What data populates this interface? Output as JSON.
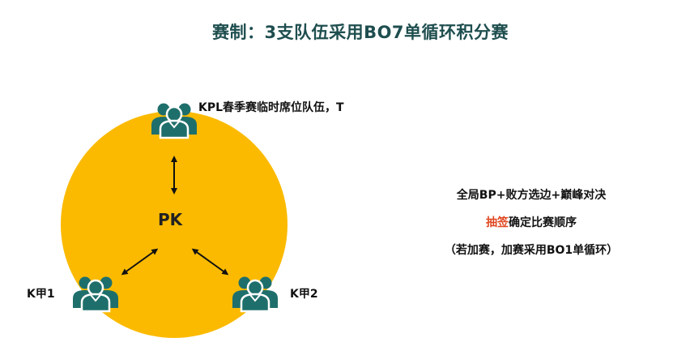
{
  "title": "赛制：3支队伍采用BO7单循环积分赛",
  "center_label": "PK",
  "teams": [
    {
      "label": "KPL春季赛临时席位队伍，T"
    },
    {
      "label": "K甲1"
    },
    {
      "label": "K甲2"
    }
  ],
  "notes": {
    "line1": "全局BP+败方选边+巅峰对决",
    "line2_accent": "抽签",
    "line2_rest": "确定比赛顺序",
    "line3": "（若加赛，加赛采用BO1单循环）"
  },
  "colors": {
    "circle": "#FBBA00",
    "team_icon": "#1E6F6B",
    "title": "#1F4E4F",
    "accent": "#E0461F",
    "arrow": "#111111"
  },
  "icons": [
    "team-icon",
    "double-arrow-icon"
  ]
}
